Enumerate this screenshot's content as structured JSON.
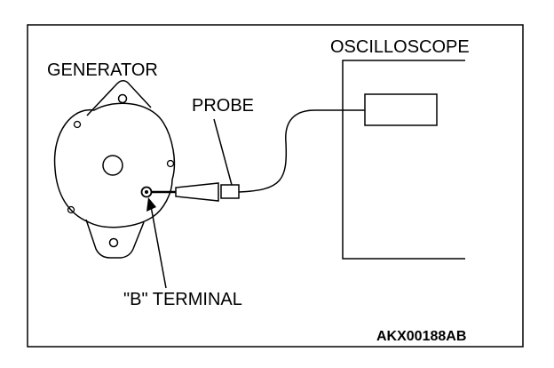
{
  "labels": {
    "oscilloscope": "OSCILLOSCOPE",
    "generator": "GENERATOR",
    "probe": "PROBE",
    "b_terminal": "\"B\" TERMINAL"
  },
  "figure_code": "AKX00188AB",
  "colors": {
    "line": "#000000",
    "background": "#ffffff"
  }
}
